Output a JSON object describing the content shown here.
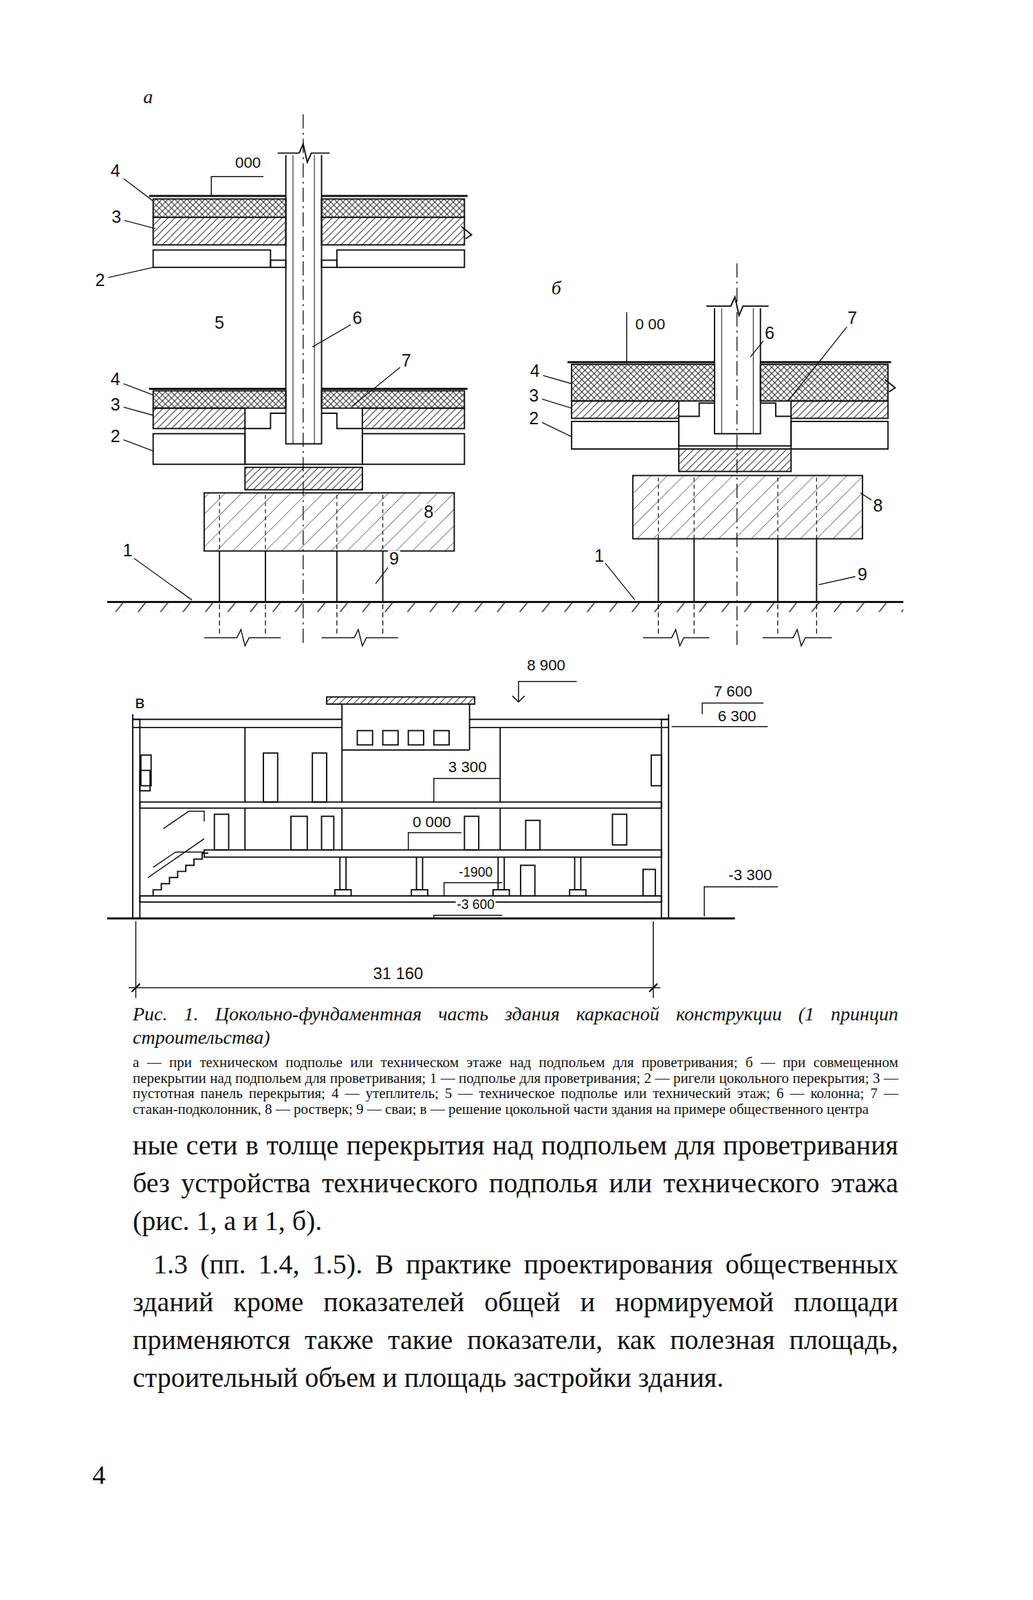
{
  "diagram": {
    "caption": "Рис. 1. Цокольно-фундаментная часть здания каркасной конструкции (1 принцип строительства)",
    "labels": [
      "а",
      "4",
      "000",
      "3",
      "2",
      "5",
      "6",
      "7",
      "4",
      "3",
      "2",
      "8",
      "1",
      "9",
      "б",
      "0 00",
      "6",
      "7",
      "4",
      "3",
      "2",
      "8",
      "1",
      "9",
      "в",
      "8 900",
      "7 600",
      "6 300",
      "3 300",
      "0 000",
      "-1900",
      "-3 600",
      "-3 300",
      "31 160",
      "а — при техническом подполье или техническом этаже над подпольем для проветривания; б — при совмещенном перекрытии над подпольем для проветривания; 1 — подполье для проветривания; 2 — ригели цокольного перекрытия; 3 — пустотная панель перекрытия; 4 — утеплитель; 5 — техническое подполье или технический этаж; 6 — колонна; 7 — стакан-подколонник, 8 — ростверк; 9 — сваи; в — решение цокольной части здания на примере общественного центра",
      "ные сети в толще перекрытия над подпольем для проветривания без устройства технического подполья или технического этажа (рис. 1, а и 1, б).",
      "1.3 (пп. 1.4, 1.5). В практике проектирования общественных зданий кроме показателей общей и нормируемой площади применяются также такие показатели, как полезная площадь, строительный объем и площадь застройки здания.",
      "4"
    ]
  }
}
